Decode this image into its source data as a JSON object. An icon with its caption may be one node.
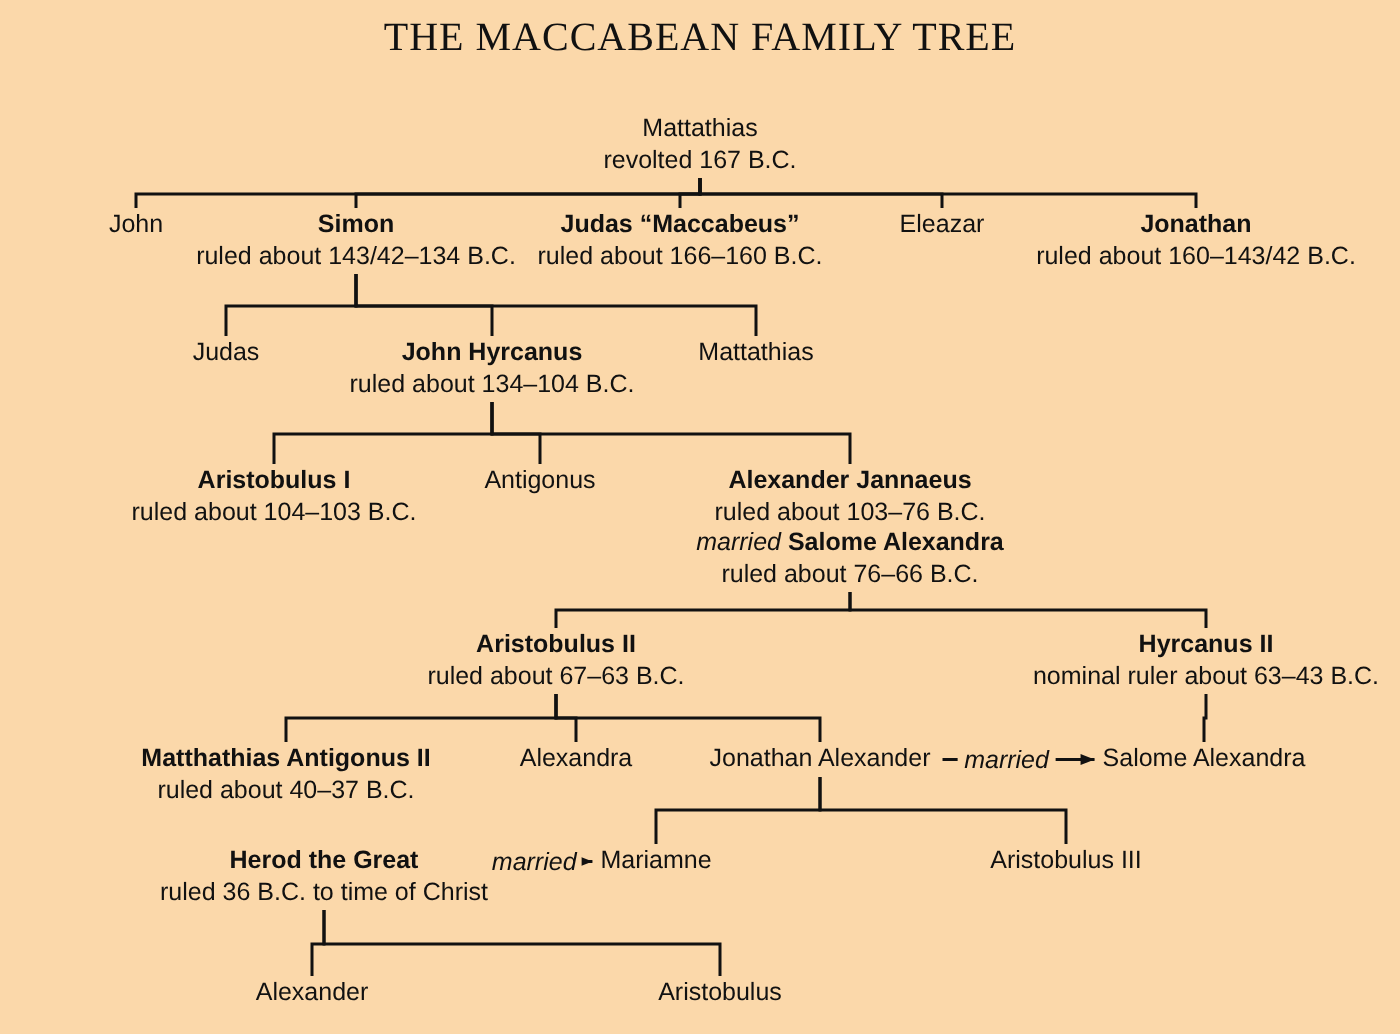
{
  "diagram": {
    "title": "THE MACCABEAN FAMILY TREE",
    "nodes": [
      {
        "text": [
          "Mattathias",
          "revolted 167 B.C."
        ]
      },
      {
        "text": [
          "John"
        ]
      },
      {
        "text": [
          "Simon",
          "ruled about 143/42–134 B.C."
        ]
      },
      {
        "text": [
          "Judas “Maccabeus”",
          "ruled about 166–160 B.C."
        ]
      },
      {
        "text": [
          "Eleazar"
        ]
      },
      {
        "text": [
          "Jonathan",
          "ruled about 160–143/42 B.C."
        ]
      },
      {
        "text": [
          "Judas"
        ]
      },
      {
        "text": [
          "John Hyrcanus",
          "ruled about 134–104 B.C."
        ]
      },
      {
        "text": [
          "Mattathias"
        ]
      },
      {
        "text": [
          "Aristobulus I",
          "ruled about 104–103 B.C."
        ]
      },
      {
        "text": [
          "Antigonus"
        ]
      },
      {
        "text": [
          "Alexander Jannaeus",
          "ruled about 103–76 B.C.",
          "*married* **Salome Alexandra**",
          "ruled about 76–66 B.C."
        ]
      },
      {
        "text": [
          "Aristobulus II",
          "ruled about 67–63 B.C."
        ]
      },
      {
        "text": [
          "Hyrcanus II",
          "nominal ruler about 63–43 B.C."
        ]
      },
      {
        "text": [
          "Matthathias Antigonus II",
          "ruled about 40–37 B.C."
        ]
      },
      {
        "text": [
          "Alexandra"
        ]
      },
      {
        "text": [
          "Jonathan Alexander"
        ]
      },
      {
        "text": [
          "Salome Alexandra"
        ]
      },
      {
        "text": [
          "Herod the Great",
          "ruled 36 B.C. to time of Christ"
        ]
      },
      {
        "text": [
          "Mariamne"
        ]
      },
      {
        "text": [
          "Aristobulus III"
        ]
      },
      {
        "text": [
          "Alexander"
        ]
      },
      {
        "text": [
          "Aristobulus"
        ]
      }
    ],
    "edges": [
      {
        "from": 0,
        "to": 1,
        "arrow": "none"
      },
      {
        "from": 0,
        "to": 2,
        "arrow": "none"
      },
      {
        "from": 0,
        "to": 3,
        "arrow": "none"
      },
      {
        "from": 0,
        "to": 4,
        "arrow": "none"
      },
      {
        "from": 0,
        "to": 5,
        "arrow": "none"
      },
      {
        "from": 2,
        "to": 6,
        "arrow": "none"
      },
      {
        "from": 2,
        "to": 7,
        "arrow": "none"
      },
      {
        "from": 2,
        "to": 8,
        "arrow": "none"
      },
      {
        "from": 7,
        "to": 9,
        "arrow": "none"
      },
      {
        "from": 7,
        "to": 10,
        "arrow": "none"
      },
      {
        "from": 7,
        "to": 11,
        "arrow": "none"
      },
      {
        "from": 11,
        "to": 12,
        "arrow": "none"
      },
      {
        "from": 11,
        "to": 13,
        "arrow": "none"
      },
      {
        "from": 12,
        "to": 14,
        "arrow": "none"
      },
      {
        "from": 12,
        "to": 15,
        "arrow": "none"
      },
      {
        "from": 12,
        "to": 16,
        "arrow": "none"
      },
      {
        "from": 13,
        "to": 17,
        "arrow": "none"
      },
      {
        "from": 16,
        "to": 17,
        "arrow": "to",
        "label": "married"
      },
      {
        "from": 16,
        "to": 19,
        "arrow": "none"
      },
      {
        "from": 16,
        "to": 20,
        "arrow": "none"
      },
      {
        "from": 18,
        "to": 19,
        "arrow": "to",
        "label": "married"
      },
      {
        "from": 18,
        "to": 21,
        "arrow": "none"
      },
      {
        "from": 18,
        "to": 22,
        "arrow": "none"
      }
    ]
  }
}
